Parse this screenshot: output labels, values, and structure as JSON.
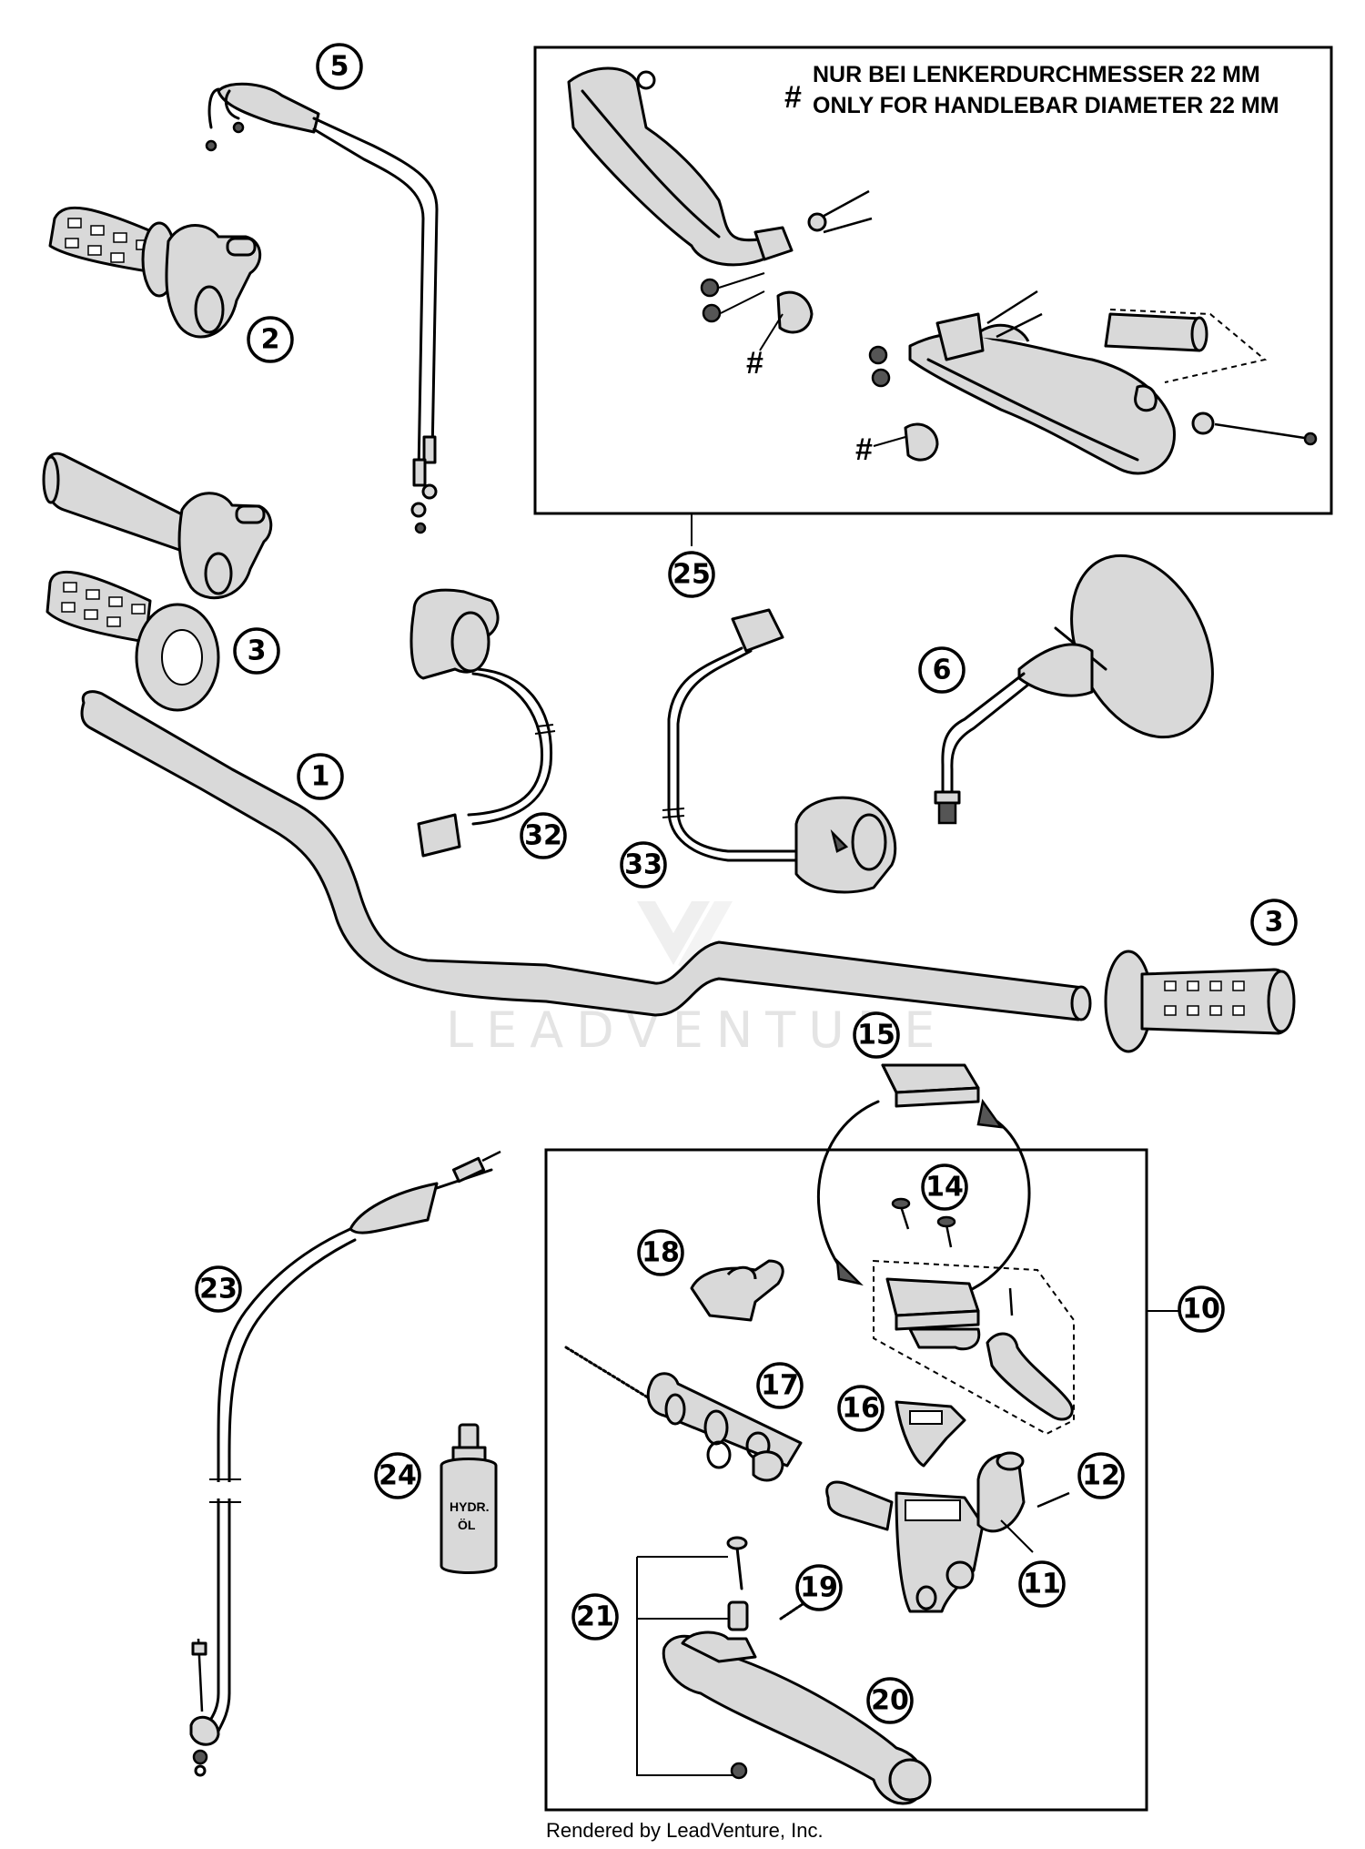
{
  "notes": {
    "hash_symbol": "#",
    "line_de": "NUR BEI LENKERDURCHMESSER 22 MM",
    "line_en": "ONLY FOR HANDLEBAR DIAMETER 22 MM"
  },
  "fluid_label": {
    "line1": "HYDR.",
    "line2": "ÖL"
  },
  "callouts": {
    "c1": "1",
    "c2": "2",
    "c3a": "3",
    "c3b": "3",
    "c5": "5",
    "c6": "6",
    "c10": "10",
    "c11": "11",
    "c12": "12",
    "c14": "14",
    "c15": "15",
    "c16": "16",
    "c17": "17",
    "c18": "18",
    "c19": "19",
    "c20": "20",
    "c21": "21",
    "c23": "23",
    "c24": "24",
    "c25": "25",
    "c32": "32",
    "c33": "33"
  },
  "watermark": "LEADVENTURE",
  "credit": "Rendered by LeadVenture, Inc."
}
